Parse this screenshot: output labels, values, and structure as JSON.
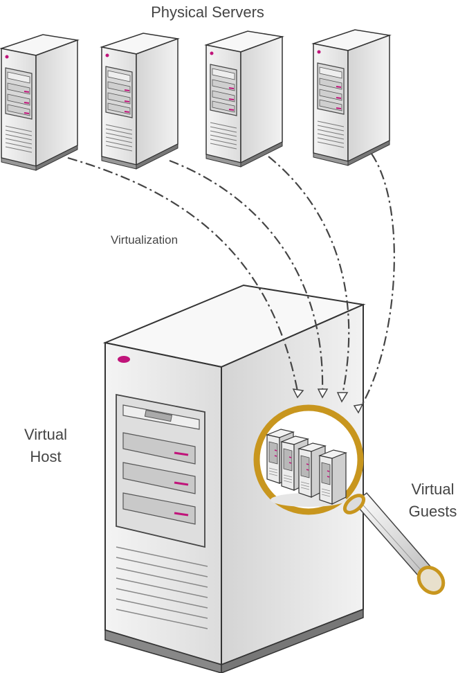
{
  "title": "Physical Servers",
  "virtualization_label": "Virtualization",
  "host_label": [
    "Virtual",
    "Host"
  ],
  "guests_label": [
    "Virtual",
    "Guests"
  ],
  "physical_server_count": 4,
  "virtual_guest_count": 4,
  "colors": {
    "accent_led": "#c0147a",
    "magnifier": "#c8961e",
    "server_face": "#ebebeb",
    "outline": "#333333"
  },
  "icons": [
    "server-icon",
    "magnifier-icon",
    "dashed-arrow"
  ]
}
